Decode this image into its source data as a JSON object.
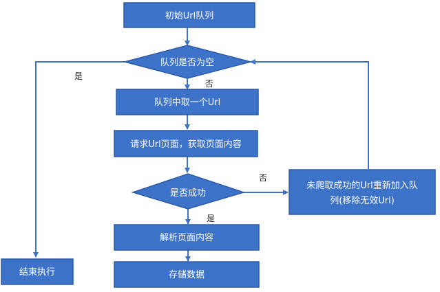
{
  "nodes": {
    "init_queue": "初始Url队列",
    "queue_empty": "队列是否为空",
    "take_url": "队列中取一个Url",
    "request_page": "请求Url页面，获取页面内容",
    "success": "是否成功",
    "parse_page": "解析页面内容",
    "store_data": "存储数据",
    "end": "结束执行",
    "retry_line1": "未爬取成功的Url重新加入队",
    "retry_line2": "列(移除无效Url)"
  },
  "edge_labels": {
    "empty_yes": "是",
    "empty_no": "否",
    "success_no": "否",
    "success_yes": "是"
  },
  "colors": {
    "node_fill": "#3d72c9",
    "node_stroke": "#2c5aa6",
    "edge": "#3d72c9",
    "label_text": "#222222",
    "node_text": "#ffffff"
  }
}
